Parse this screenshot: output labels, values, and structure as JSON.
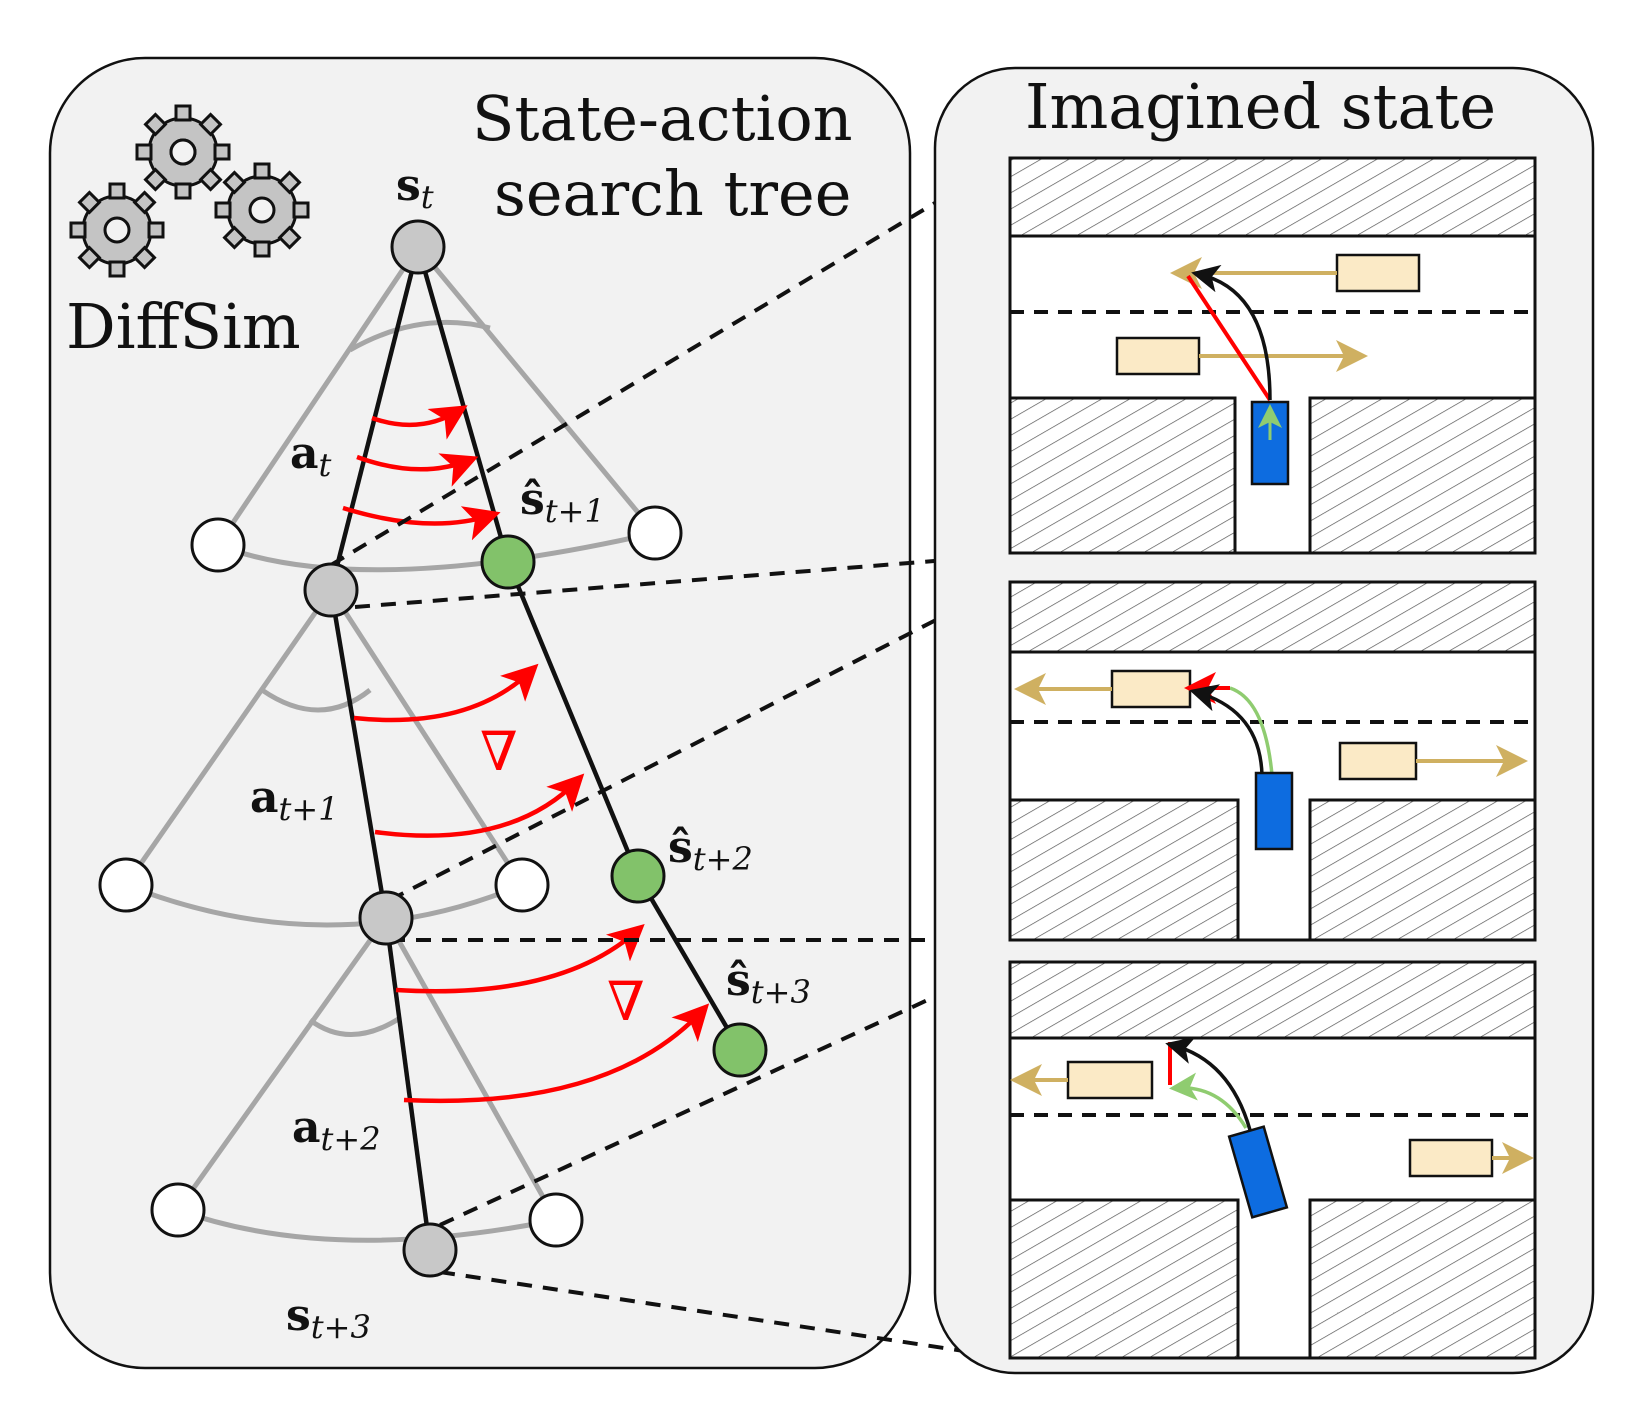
{
  "panels": {
    "left_title_line1": "State-action",
    "left_title_line2": "search tree",
    "right_title": "Imagined state",
    "sim_label": "DiffSim"
  },
  "labels": {
    "s_t": {
      "base": "s",
      "sub": "t"
    },
    "a_t": {
      "base": "a",
      "sub": "t"
    },
    "a_t1": {
      "base": "a",
      "sub": "t+1"
    },
    "a_t2": {
      "base": "a",
      "sub": "t+2"
    },
    "s_hat_t1": {
      "base": "ŝ",
      "sub": "t+1"
    },
    "s_hat_t2": {
      "base": "ŝ",
      "sub": "t+2"
    },
    "s_hat_t3": {
      "base": "ŝ",
      "sub": "t+3"
    },
    "s_t3": {
      "base": "s",
      "sub": "t+3"
    },
    "gradient_symbol": "∇"
  },
  "colors": {
    "panel_bg": "#f2f2f2",
    "tree_gray": "#a6a6a6",
    "node_gray": "#c8c8c8",
    "node_green": "#82c26a",
    "gradient_red": "#ff0000",
    "ego_blue": "#0d6ce0",
    "other_car": "#fbeac6",
    "traj_gold": "#cfb061",
    "traj_green": "#8fcc70"
  },
  "icons": [
    "gear-icon",
    "gear-icon",
    "gear-icon"
  ]
}
